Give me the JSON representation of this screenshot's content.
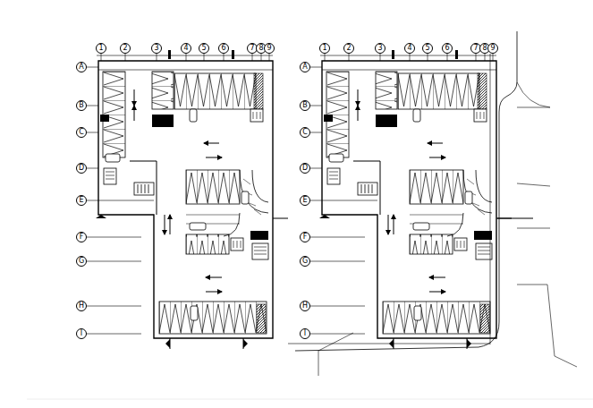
{
  "diagram": {
    "nodes": [
      {
        "text": [
          "1"
        ]
      },
      {
        "text": [
          "2"
        ]
      },
      {
        "text": [
          "3"
        ]
      },
      {
        "text": [
          "4"
        ]
      },
      {
        "text": [
          "5"
        ]
      },
      {
        "text": [
          "6"
        ]
      },
      {
        "text": [
          "7"
        ]
      },
      {
        "text": [
          "8"
        ]
      },
      {
        "text": [
          "9"
        ]
      },
      {
        "text": [
          "A"
        ]
      },
      {
        "text": [
          "B"
        ]
      },
      {
        "text": [
          "C"
        ]
      },
      {
        "text": [
          "D"
        ]
      },
      {
        "text": [
          "E"
        ]
      },
      {
        "text": [
          "F"
        ]
      },
      {
        "text": [
          "G"
        ]
      },
      {
        "text": [
          "H"
        ]
      },
      {
        "text": [
          "I"
        ]
      },
      {
        "text": [
          "1"
        ]
      },
      {
        "text": [
          "2"
        ]
      },
      {
        "text": [
          "3"
        ]
      },
      {
        "text": [
          "4"
        ]
      },
      {
        "text": [
          "5"
        ]
      },
      {
        "text": [
          "6"
        ]
      },
      {
        "text": [
          "7"
        ]
      },
      {
        "text": [
          "8"
        ]
      },
      {
        "text": [
          "9"
        ]
      },
      {
        "text": [
          "A"
        ]
      },
      {
        "text": [
          "B"
        ]
      },
      {
        "text": [
          "C"
        ]
      },
      {
        "text": [
          "D"
        ]
      },
      {
        "text": [
          "E"
        ]
      },
      {
        "text": [
          "F"
        ]
      },
      {
        "text": [
          "G"
        ]
      },
      {
        "text": [
          "H"
        ]
      },
      {
        "text": [
          "I"
        ]
      }
    ]
  }
}
